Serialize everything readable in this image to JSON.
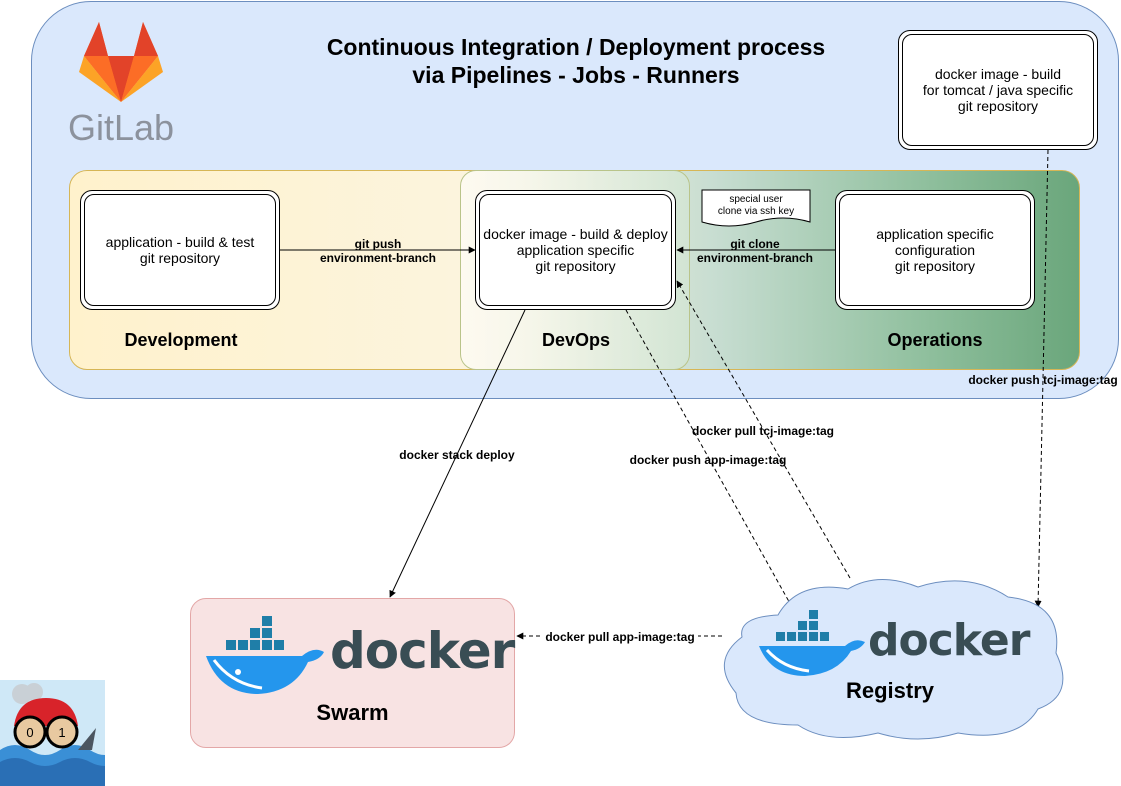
{
  "title": {
    "line1": "Continuous Integration / Deployment process",
    "line2": "via Pipelines - Jobs - Runners"
  },
  "gitlab_logo": {
    "wordmark": "GitLab"
  },
  "boxes": {
    "tomcat_image": "docker image - build\nfor tomcat / java specific\ngit repository",
    "app_build": "application - build & test\ngit repository",
    "docker_build": "docker image - build & deploy\napplication specific\ngit repository",
    "app_config": "application specific\nconfiguration\ngit repository"
  },
  "note": "special user\nclone via ssh key",
  "lanes": {
    "development": "Development",
    "devops": "DevOps",
    "operations": "Operations"
  },
  "edges": {
    "git_push": "git push\nenvironment-branch",
    "git_clone": "git clone\nenvironment-branch",
    "push_tcj": "docker push tcj-image:tag",
    "pull_tcj": "docker pull tcj-image:tag",
    "push_app": "docker push app-image:tag",
    "stack_deploy": "docker stack deploy",
    "pull_app": "docker pull app-image:tag"
  },
  "targets": {
    "swarm_label": "Swarm",
    "registry_label": "Registry",
    "docker_wordmark": "docker"
  },
  "avatar": {
    "digit_left": "0",
    "digit_right": "1"
  },
  "colors": {
    "frame_fill": "#dae8fc",
    "swarm_fill": "#f8e3e3",
    "registry_fill": "#dae8fc",
    "docker_blue": "#2496ed"
  }
}
